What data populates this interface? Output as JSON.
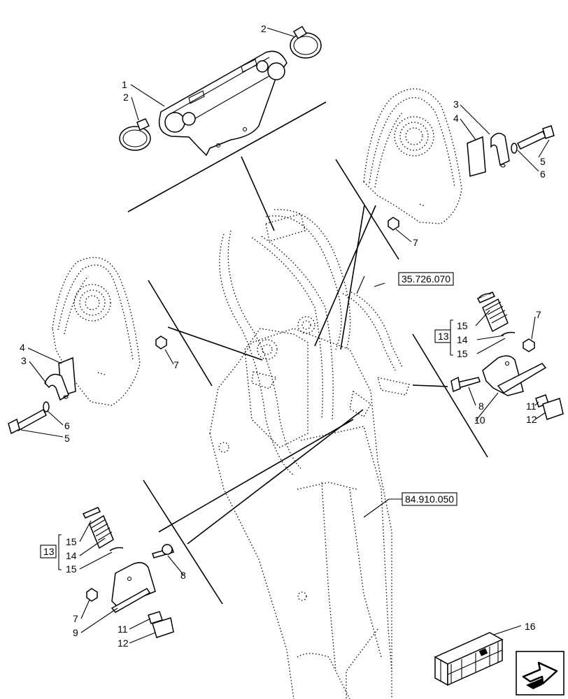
{
  "callouts": {
    "c1": "1",
    "c2a": "2",
    "c2b": "2",
    "c3a": "3",
    "c4a": "4",
    "c5a": "5",
    "c6a": "6",
    "c7a": "7",
    "c7b": "7",
    "c6b": "6",
    "c5b": "5",
    "c4b": "4",
    "c3b": "3",
    "c7c": "7",
    "c15a": "15",
    "c14a": "14",
    "c15b": "15",
    "c13a": "13",
    "c8a": "8",
    "c10": "10",
    "c11a": "11",
    "c12a": "12",
    "c13b": "13",
    "c15c": "15",
    "c14b": "14",
    "c15d": "15",
    "c8b": "8",
    "c7d": "7",
    "c9": "9",
    "c11b": "11",
    "c12b": "12",
    "c16": "16"
  },
  "references": {
    "ref_top": "35.726.070",
    "ref_mid": "84.910.050"
  },
  "icons": {
    "crate": "shipping-crate-icon",
    "nav": "next-page-arrow-icon"
  }
}
